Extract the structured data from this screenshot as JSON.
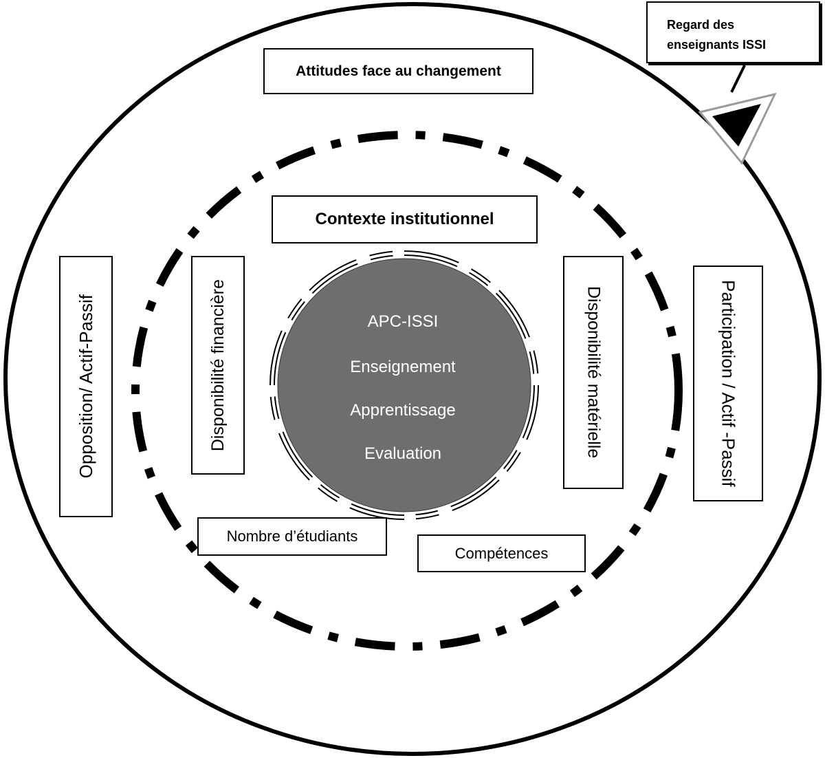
{
  "callout": {
    "lines": [
      "Regard des",
      "enseignants ISSI"
    ]
  },
  "outer_ring": {
    "label": "Attitudes face au changement",
    "left": "Opposition/ Actif-Passif",
    "right": "Participation / Actif -Passif"
  },
  "inner_ring": {
    "label": "Contexte institutionnel",
    "left": "Disponibilité financière",
    "right": "Disponibilité matérielle",
    "bottom_left": "Nombre d’étudiants",
    "bottom_right": "Compétences"
  },
  "core": {
    "items": [
      "APC-ISSI",
      "Enseignement",
      "Apprentissage",
      "Evaluation"
    ]
  },
  "colors": {
    "background": "#ffffff",
    "stroke": "#000000",
    "core_fill": "#6e6e6e",
    "core_text": "#ffffff"
  }
}
